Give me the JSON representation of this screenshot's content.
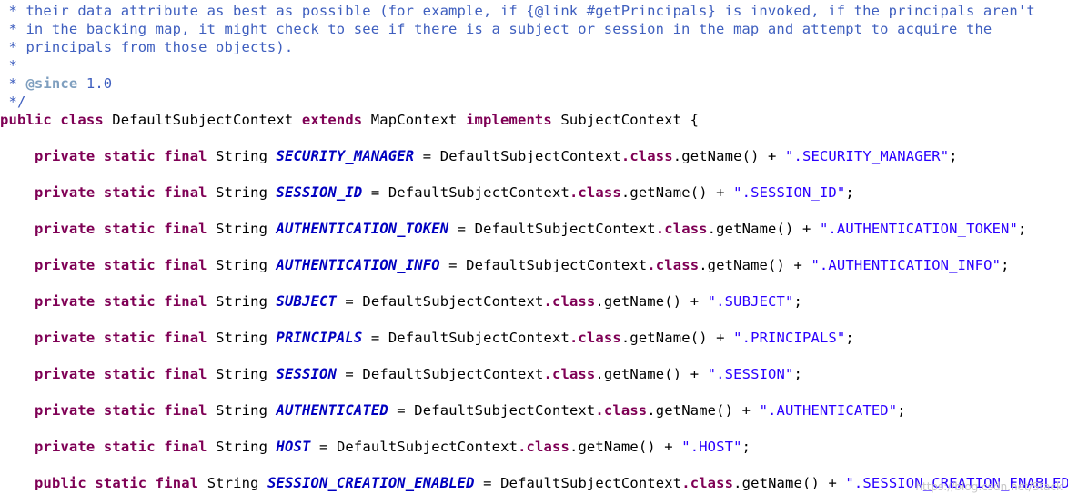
{
  "editor": {
    "comment_lines": [
      " * their data attribute as best as possible (for example, if {@link #getPrincipals} is invoked, if the principals aren't",
      " * in the backing map, it might check to see if there is a subject or session in the map and attempt to acquire the",
      " * principals from those objects).",
      " *"
    ],
    "since_prefix": " * ",
    "since_tag": "@since",
    "since_value": " 1.0",
    "comment_end": " */",
    "class_decl": {
      "kw_public": "public",
      "kw_class": "class",
      "class_name": "DefaultSubjectContext",
      "kw_extends": "extends",
      "super_name": "MapContext",
      "kw_implements": "implements",
      "iface_name": "SubjectContext",
      "brace": "{"
    },
    "fields": [
      {
        "mods": [
          "private",
          "static",
          "final"
        ],
        "type": "String",
        "name": "SECURITY_MANAGER",
        "owner": "DefaultSubjectContext",
        "value": "\".SECURITY_MANAGER\""
      },
      {
        "mods": [
          "private",
          "static",
          "final"
        ],
        "type": "String",
        "name": "SESSION_ID",
        "owner": "DefaultSubjectContext",
        "value": "\".SESSION_ID\""
      },
      {
        "mods": [
          "private",
          "static",
          "final"
        ],
        "type": "String",
        "name": "AUTHENTICATION_TOKEN",
        "owner": "DefaultSubjectContext",
        "value": "\".AUTHENTICATION_TOKEN\""
      },
      {
        "mods": [
          "private",
          "static",
          "final"
        ],
        "type": "String",
        "name": "AUTHENTICATION_INFO",
        "owner": "DefaultSubjectContext",
        "value": "\".AUTHENTICATION_INFO\""
      },
      {
        "mods": [
          "private",
          "static",
          "final"
        ],
        "type": "String",
        "name": "SUBJECT",
        "owner": "DefaultSubjectContext",
        "value": "\".SUBJECT\""
      },
      {
        "mods": [
          "private",
          "static",
          "final"
        ],
        "type": "String",
        "name": "PRINCIPALS",
        "owner": "DefaultSubjectContext",
        "value": "\".PRINCIPALS\""
      },
      {
        "mods": [
          "private",
          "static",
          "final"
        ],
        "type": "String",
        "name": "SESSION",
        "owner": "DefaultSubjectContext",
        "value": "\".SESSION\""
      },
      {
        "mods": [
          "private",
          "static",
          "final"
        ],
        "type": "String",
        "name": "AUTHENTICATED",
        "owner": "DefaultSubjectContext",
        "value": "\".AUTHENTICATED\""
      },
      {
        "mods": [
          "private",
          "static",
          "final"
        ],
        "type": "String",
        "name": "HOST",
        "owner": "DefaultSubjectContext",
        "value": "\".HOST\""
      },
      {
        "mods": [
          "public",
          "static",
          "final"
        ],
        "type": "String",
        "name": "SESSION_CREATION_ENABLED",
        "owner": "DefaultSubjectContext",
        "value": "\".SESSION_CREATION_ENABLED\""
      }
    ],
    "dot_class": ".class",
    "get_name_call": ".getName() + ",
    "semicolon": ";",
    "equals": " = "
  },
  "watermark": "https://blog.csdn.net/Stack"
}
